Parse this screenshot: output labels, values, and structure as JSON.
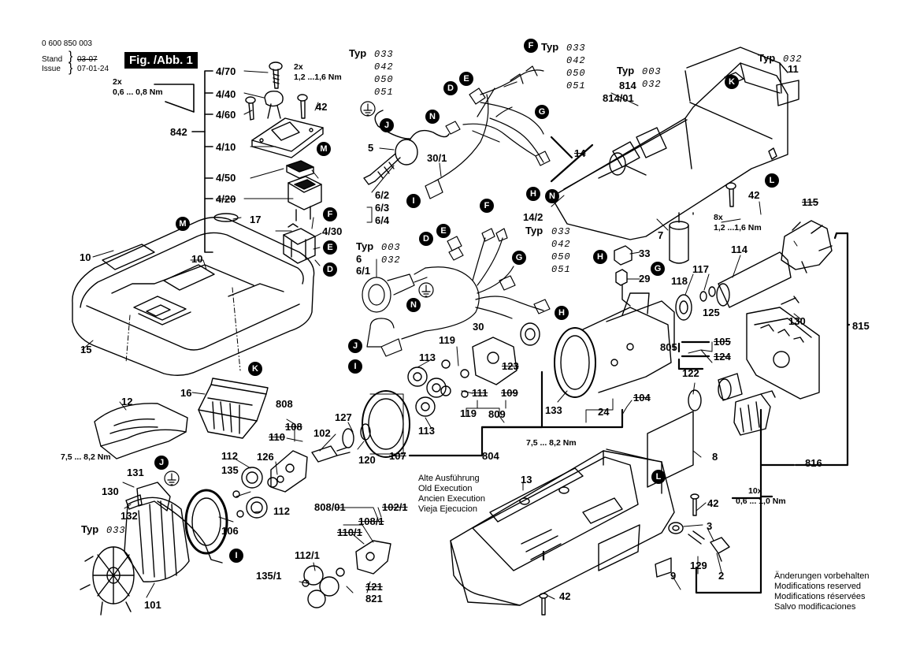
{
  "header": {
    "part_number": "0 600 850 003",
    "stand_label": "Stand",
    "issue_label": "Issue",
    "stand_date_struck": "03-07",
    "issue_date": "07-01-24",
    "figure_label": "Fig. /Abb. 1"
  },
  "torque_specs": {
    "t1_count": "2x",
    "t1_value": "0,6 ... 0,8 Nm",
    "t2_count": "2x",
    "t2_value": "1,2 ...1,6 Nm",
    "t3_value": "7,5 ... 8,2 Nm",
    "t4_value": "7,5 ... 8,2 Nm",
    "t5_count": "8x",
    "t5_value": "1,2 ...1,6 Nm",
    "t6_count": "10x",
    "t6_value": "0,6 ... 1,0 Nm"
  },
  "typ_blocks": {
    "typ_label": "Typ",
    "a": [
      "033",
      "042",
      "050",
      "051"
    ],
    "b": [
      "033",
      "042",
      "050",
      "051"
    ],
    "c": [
      "003",
      "032"
    ],
    "d": [
      "003",
      "032"
    ],
    "e": "032",
    "f": [
      "033",
      "042",
      "050",
      "051"
    ],
    "g": "033"
  },
  "parts": {
    "p4_70": "4/70",
    "p4_40": "4/40",
    "p4_60": "4/60",
    "p842": "842",
    "p4_10": "4/10",
    "p4_50": "4/50",
    "p4_20": "4/20",
    "p4_30": "4/30",
    "p42a": "42",
    "p17": "17",
    "p10a": "10",
    "p10b": "10",
    "p15": "15",
    "p16": "16",
    "p12": "12",
    "p5": "5",
    "p6_2": "6/2",
    "p6_3": "6/3",
    "p6_4": "6/4",
    "p30_1": "30/1",
    "p6": "6",
    "p6_1": "6/1",
    "p30": "30",
    "p814": "814",
    "p814_01": "814/01",
    "p14": "14",
    "p14_2": "14/2",
    "p11": "11",
    "p42b": "42",
    "p115": "115",
    "p7": "7",
    "p33": "33",
    "p29": "29",
    "p118": "118",
    "p117": "117",
    "p114": "114",
    "p125": "125",
    "p130a": "130",
    "p815": "815",
    "p805": "805",
    "p105": "105",
    "p124": "124",
    "p122": "122",
    "p133": "133",
    "p24": "24",
    "p104": "104",
    "p123": "123",
    "p119a": "119",
    "p119b": "119",
    "p113a": "113",
    "p113b": "113",
    "p111": "111",
    "p109": "109",
    "p809": "809",
    "p808": "808",
    "p108": "108",
    "p110": "110",
    "p102": "102",
    "p127": "127",
    "p120": "120",
    "p107": "107",
    "p804": "804",
    "p8": "8",
    "p816": "816",
    "p130b": "130",
    "p131": "131",
    "p132": "132",
    "p112a": "112",
    "p135": "135",
    "p126": "126",
    "p112b": "112",
    "p106": "106",
    "p101": "101",
    "p13": "13",
    "p808_01": "808/01",
    "p102_1": "102/1",
    "p108_1": "108/1",
    "p110_1": "110/1",
    "p112_1": "112/1",
    "p135_1": "135/1",
    "p121": "121",
    "p821": "821",
    "p42c": "42",
    "p3": "3",
    "p129": "129",
    "p2": "2",
    "p9": "9",
    "p42d": "42"
  },
  "markers": {
    "M": "M",
    "F": "F",
    "E": "E",
    "D": "D",
    "J": "J",
    "I": "I",
    "N": "N",
    "G": "G",
    "H": "H",
    "K": "K",
    "L": "L"
  },
  "notes": {
    "old_execution": [
      "Alte Ausführung",
      "Old Execution",
      "Ancien Execution",
      "Vieja Ejecucion"
    ],
    "modifications": [
      "Änderungen vorbehalten",
      "Modifications reserved",
      "Modifications réservées",
      "Salvo modificaciones"
    ]
  }
}
